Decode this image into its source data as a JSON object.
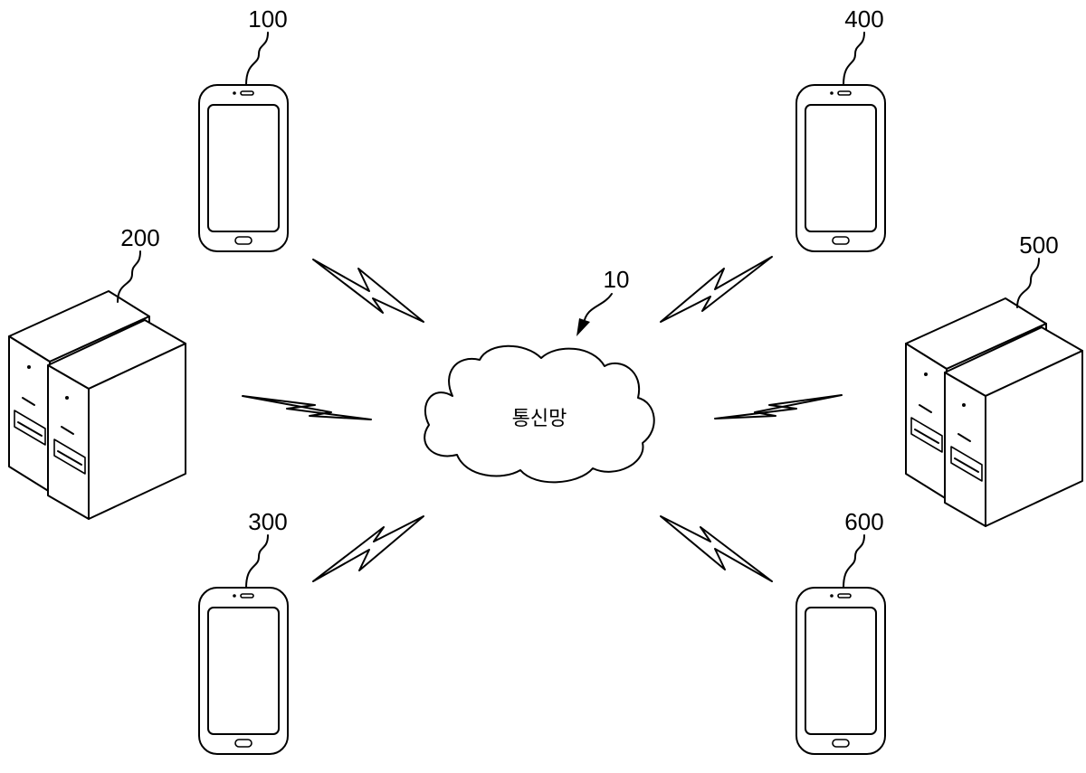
{
  "network": {
    "label": "통신망",
    "ref": "10"
  },
  "devices": [
    {
      "ref": "100",
      "kind": "smartphone"
    },
    {
      "ref": "200",
      "kind": "server"
    },
    {
      "ref": "300",
      "kind": "smartphone"
    },
    {
      "ref": "400",
      "kind": "smartphone"
    },
    {
      "ref": "500",
      "kind": "server"
    },
    {
      "ref": "600",
      "kind": "smartphone"
    }
  ]
}
